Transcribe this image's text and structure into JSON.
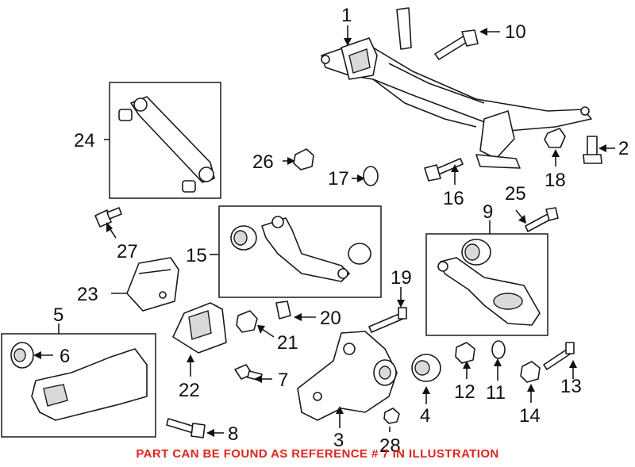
{
  "callouts": [
    "1",
    "2",
    "3",
    "4",
    "5",
    "6",
    "7",
    "8",
    "9",
    "10",
    "11",
    "12",
    "13",
    "14",
    "15",
    "16",
    "17",
    "18",
    "19",
    "20",
    "21",
    "22",
    "23",
    "24",
    "25",
    "26",
    "27",
    "28"
  ],
  "footer_text": "PART CAN BE FOUND AS REFERENCE # 7 IN ILLUSTRATION",
  "colors": {
    "footer": "#e0251b",
    "lines": "#1a1a1a"
  }
}
